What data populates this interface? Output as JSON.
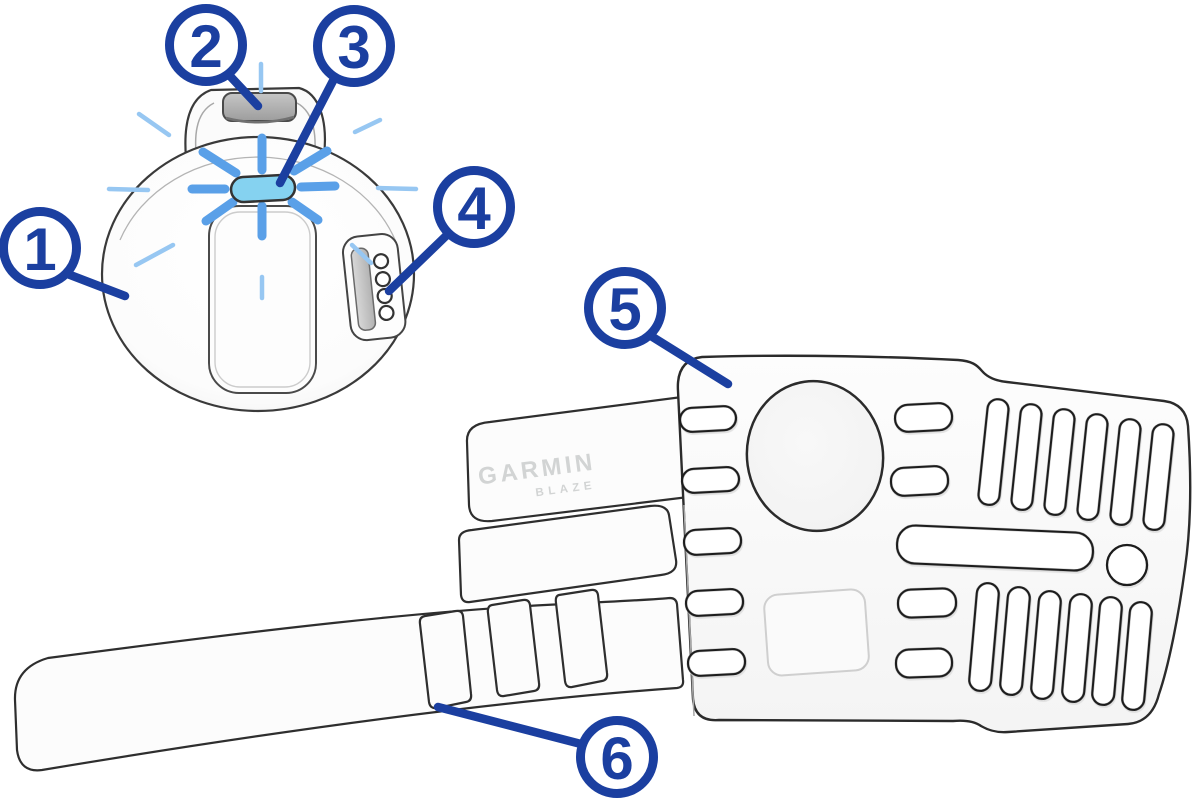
{
  "page": {
    "background": "#ffffff"
  },
  "diagram": {
    "type": "product-callout-diagram",
    "callouts": [
      {
        "number": "1",
        "target": "device-body"
      },
      {
        "number": "2",
        "target": "clip-tab"
      },
      {
        "number": "3",
        "target": "status-led"
      },
      {
        "number": "4",
        "target": "charging-contacts"
      },
      {
        "number": "5",
        "target": "mount-plate"
      },
      {
        "number": "6",
        "target": "strap"
      }
    ],
    "branding": {
      "logo": "GARMIN",
      "sub_logo": "BLAZE"
    },
    "colors": {
      "callout_blue": "#1b3fa0",
      "led_fill": "#85d2f0",
      "ray_blue": "#5aa0e8",
      "ray_light_blue": "#97c7f2",
      "outline": "#2e2e2e"
    }
  }
}
